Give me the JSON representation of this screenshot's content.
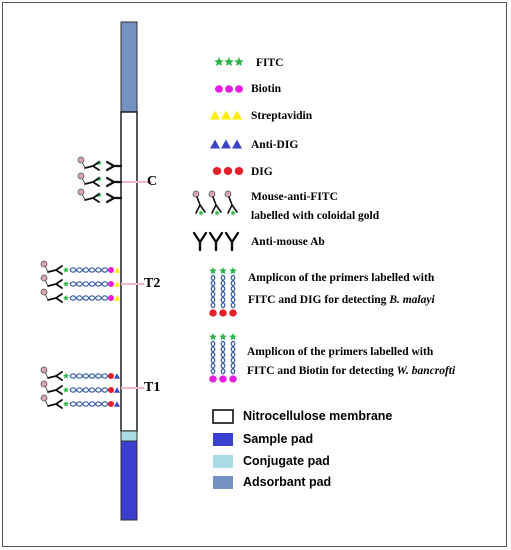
{
  "strip": {
    "test_lines": [
      "C",
      "T2",
      "T1"
    ]
  },
  "legend": {
    "fitc": "FITC",
    "biotin": "Biotin",
    "streptavidin": "Streptavidin",
    "anti_dig": "Anti-DIG",
    "dig": "DIG",
    "mouse_anti_fitc_line1": "Mouse-anti-FITC",
    "mouse_anti_fitc_line2": "labelled with coloidal gold",
    "anti_mouse": "Anti-mouse Ab",
    "amplicon_malayi_line1": "Amplicon of the primers labelled with",
    "amplicon_malayi_line2_prefix": "FITC and DIG for detecting ",
    "amplicon_malayi_species": "B. malayi",
    "amplicon_bancrofti_line1": "Amplicon of the primers labelled with",
    "amplicon_bancrofti_line2_prefix": "FITC and Biotin for detecting ",
    "amplicon_bancrofti_species": "W. bancrofti",
    "nitrocellulose": "Nitrocellulose membrane",
    "sample_pad": "Sample pad",
    "conjugate_pad": "Conjugate pad",
    "adsorbant_pad": "Adsorbant pad"
  },
  "colors": {
    "fitc": "#2db34a",
    "biotin": "#e81ee0",
    "streptavidin": "#ffee00",
    "anti_dig": "#3a45c8",
    "dig": "#e8202a",
    "gold": "#d9a6b0",
    "line_pink": "#f0b8c4",
    "helix": "#3b5fa8",
    "nitrocellulose": "#ffffff",
    "sample_pad": "#3a3fd1",
    "conjugate_pad": "#a8dde8",
    "adsorbant_pad": "#7391c2"
  }
}
